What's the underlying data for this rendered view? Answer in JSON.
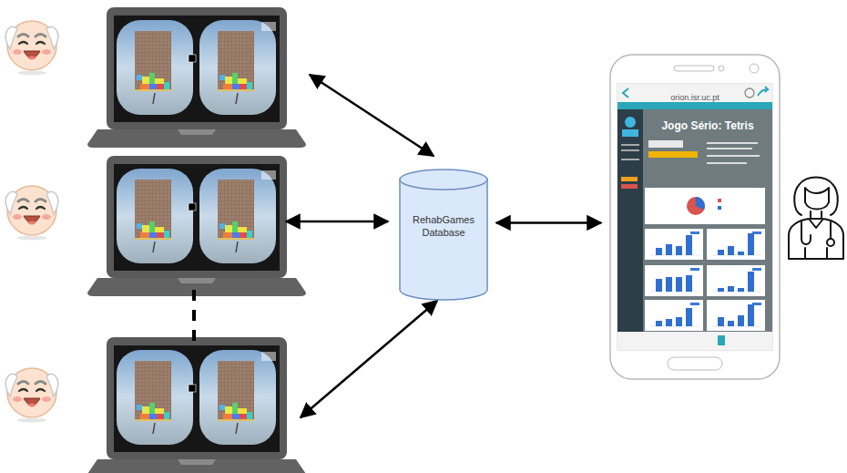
{
  "diagram": {
    "nodes": [
      {
        "text": [
          "RehabGames Database"
        ]
      },
      {
        "text": [
          "orion.isr.uc.pt",
          "Jogo Sério: Tetris"
        ]
      }
    ],
    "edges": [
      {
        "from": 0,
        "to": 1,
        "arrow": "both"
      }
    ]
  }
}
